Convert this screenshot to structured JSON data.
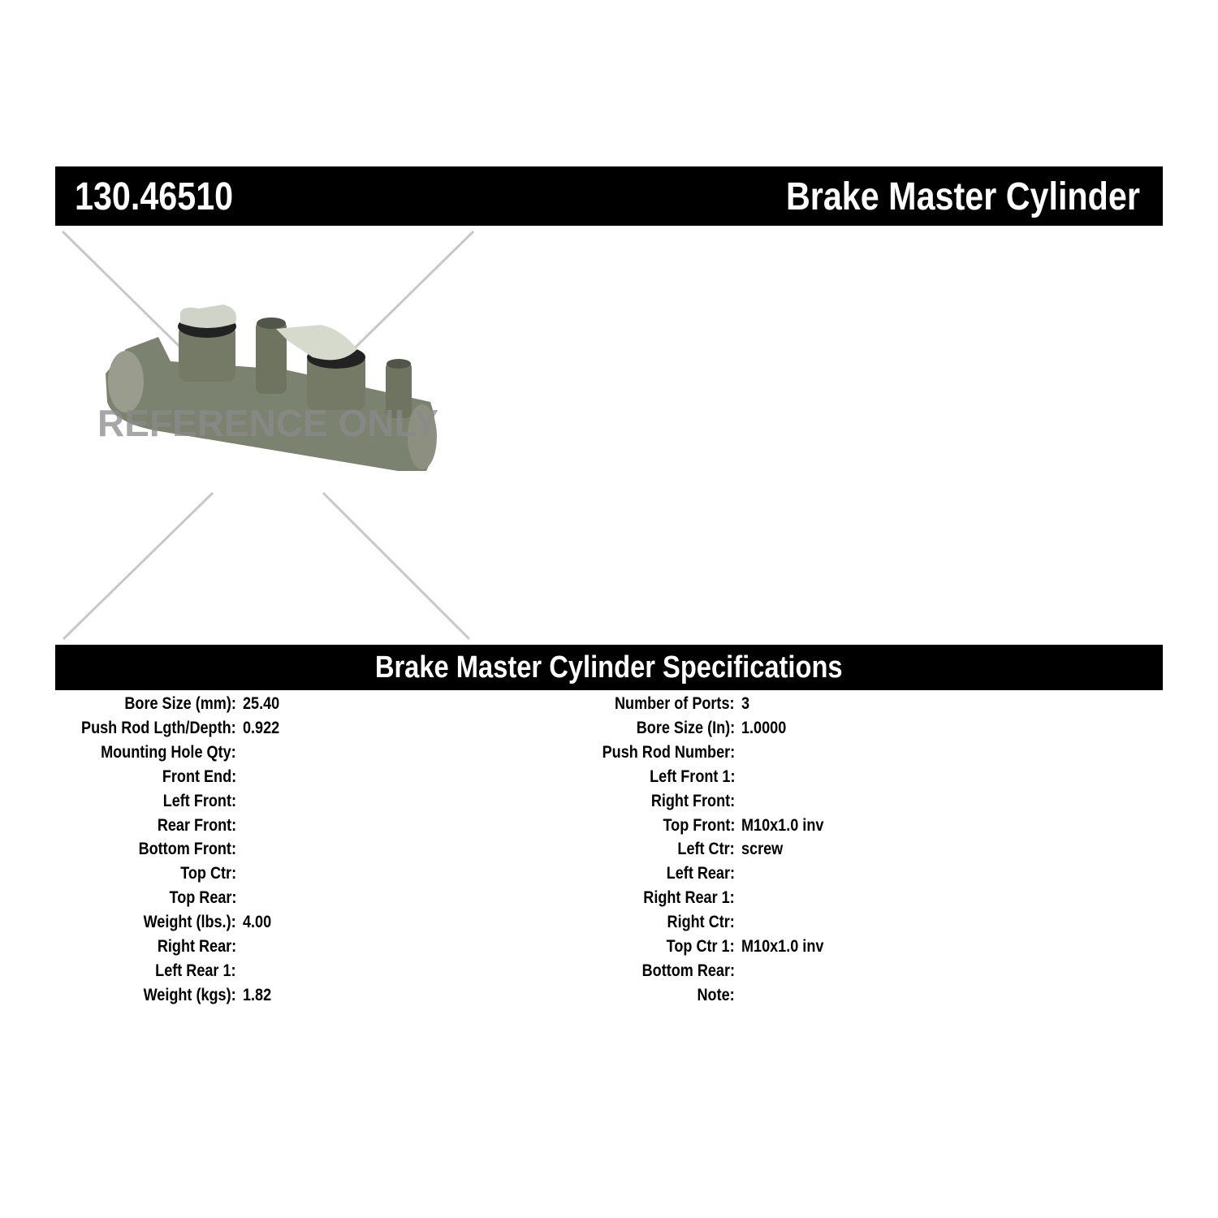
{
  "header": {
    "part_number": "130.46510",
    "title": "Brake Master Cylinder"
  },
  "image": {
    "watermark": "REFERENCE ONLY"
  },
  "specs": {
    "title": "Brake Master Cylinder Specifications",
    "left": [
      {
        "label": "Bore Size (mm):",
        "value": "25.40"
      },
      {
        "label": "Push Rod Lgth/Depth:",
        "value": "0.922"
      },
      {
        "label": "Mounting Hole Qty:",
        "value": ""
      },
      {
        "label": "Front End:",
        "value": ""
      },
      {
        "label": "Left Front:",
        "value": ""
      },
      {
        "label": "Rear Front:",
        "value": ""
      },
      {
        "label": "Bottom Front:",
        "value": ""
      },
      {
        "label": "Top Ctr:",
        "value": ""
      },
      {
        "label": "Top Rear:",
        "value": ""
      },
      {
        "label": "Weight (lbs.):",
        "value": "4.00"
      },
      {
        "label": "Right Rear:",
        "value": ""
      },
      {
        "label": "Left Rear 1:",
        "value": ""
      },
      {
        "label": "Weight (kgs):",
        "value": "1.82"
      }
    ],
    "right": [
      {
        "label": "Number of Ports:",
        "value": "3"
      },
      {
        "label": "Bore Size (In):",
        "value": "1.0000"
      },
      {
        "label": "Push Rod Number:",
        "value": ""
      },
      {
        "label": "Left Front 1:",
        "value": ""
      },
      {
        "label": "Right Front:",
        "value": ""
      },
      {
        "label": "Top Front:",
        "value": "M10x1.0 inv"
      },
      {
        "label": "Left Ctr:",
        "value": "screw"
      },
      {
        "label": "Left Rear:",
        "value": ""
      },
      {
        "label": "Right Rear 1:",
        "value": ""
      },
      {
        "label": "Right Ctr:",
        "value": ""
      },
      {
        "label": "Top Ctr 1:",
        "value": "M10x1.0 inv"
      },
      {
        "label": "Bottom Rear:",
        "value": ""
      },
      {
        "label": "Note:",
        "value": ""
      }
    ]
  }
}
